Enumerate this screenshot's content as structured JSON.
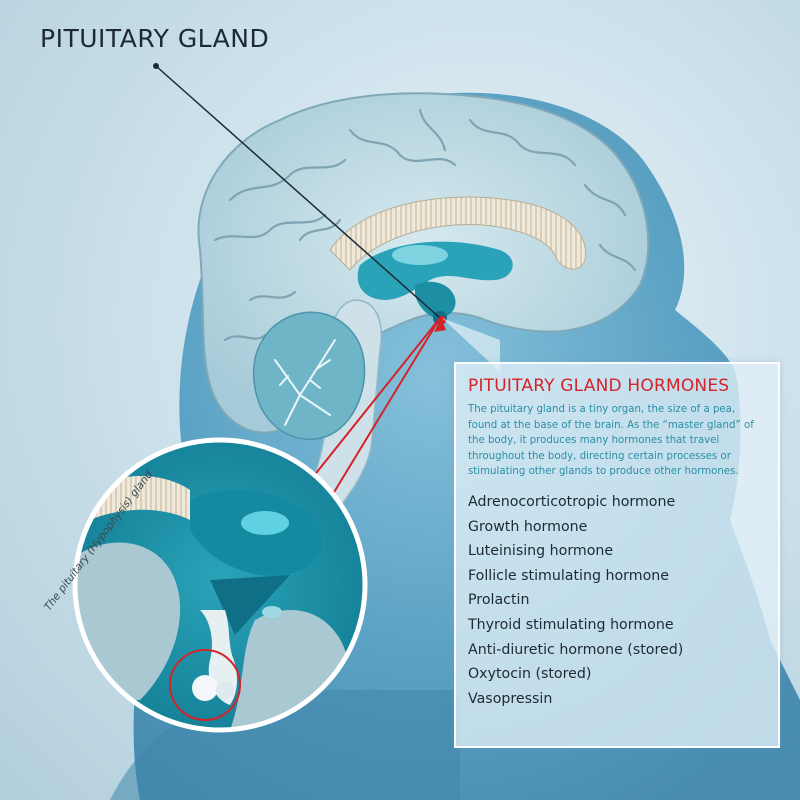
{
  "title": "PITUITARY GLAND",
  "side_caption": "The pituitary (Hypophysis) gland",
  "info": {
    "heading": "PITUITARY GLAND HORMONES",
    "description": "The pituitary gland is a tiny organ, the size of a pea, found at the base of the brain. As the “master gland” of the body, it produces many hormones that travel throughout the body, directing certain processes or stimulating other glands to produce other hormones.",
    "hormones": [
      "Adrenocorticotropic hormone",
      "Growth hormone",
      "Luteinising hormone",
      "Follicle stimulating hormone",
      "Prolactin",
      "Thyroid stimulating hormone",
      "Anti-diuretic hormone  (stored)",
      "Oxytocin (stored)",
      "Vasopressin"
    ]
  },
  "colors": {
    "background": "#cfe3ec",
    "head_silhouette": "#4f9bc0",
    "brain_fill": "#bcd9e3",
    "teal_structure": "#1d8fa5",
    "heading_red": "#d5232a",
    "description_teal": "#2a8fa6",
    "text_dark": "#1d2a33",
    "pointer_red": "#d5232a"
  }
}
